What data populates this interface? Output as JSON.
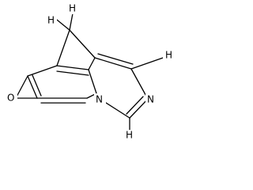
{
  "atoms": {
    "h_top_left": "H",
    "h_top_right": "H",
    "h_right_top": "H",
    "h_bottom": "H",
    "oxygen": "O",
    "nitrogen_ring": "N",
    "nitrogen_right": "N"
  },
  "colors": {
    "bond": "#000000",
    "background": "#ffffff"
  }
}
